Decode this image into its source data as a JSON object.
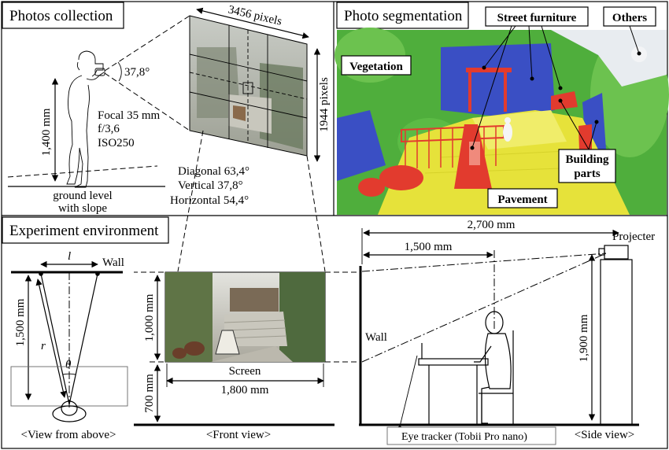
{
  "panels": {
    "photos_collection": "Photos collection",
    "photo_segmentation": "Photo segmentation",
    "experiment_environment": "Experiment environment"
  },
  "camera": {
    "angle": "37,8°",
    "height": "1,400 mm",
    "focal": "Focal 35 mm",
    "fstop": "f/3,6",
    "iso": "ISO250",
    "ground_line1": "ground level",
    "ground_line2": "with slope",
    "width_px": "3456 pixels",
    "height_px": "1944 pixels",
    "diagonal": "Diagonal 63,4°",
    "vertical": "Vertical 37,8°",
    "horizontal": "Horizontal 54,4°"
  },
  "segmentation": {
    "street_furniture": "Street furniture",
    "others": "Others",
    "vegetation": "Vegetation",
    "building_parts_1": "Building",
    "building_parts_2": "parts",
    "pavement": "Pavement",
    "colors": {
      "vegetation": "#4fae3c",
      "building": "#3a4fc4",
      "pavement": "#e6e23a",
      "furniture": "#e23b2e",
      "others": "#e8ecf0"
    }
  },
  "above": {
    "l": "l",
    "wall": "Wall",
    "distance": "1,500 mm",
    "r": "r",
    "theta": "θ",
    "caption": "<View from above>"
  },
  "front": {
    "h_upper": "1,000 mm",
    "h_lower": "700 mm",
    "screen": "Screen",
    "width": "1,800 mm",
    "caption": "<Front view>"
  },
  "side": {
    "total": "2,700 mm",
    "partial": "1,500 mm",
    "projector": "Projecter",
    "wall": "Wall",
    "height": "1,900 mm",
    "eye_tracker": "Eye tracker (Tobii Pro nano)",
    "caption": "<Side view>"
  }
}
